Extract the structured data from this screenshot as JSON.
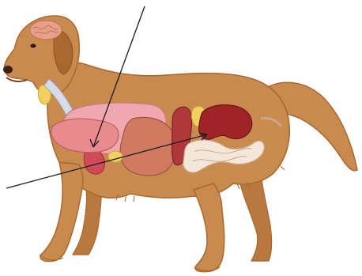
{
  "diagram": {
    "labels": [],
    "pointer_lines": [
      {
        "from": "top-edge",
        "to": "liver"
      },
      {
        "from": "left-edge",
        "to": "kidney"
      }
    ],
    "parts": [
      "brain",
      "thyroid",
      "trachea",
      "heart",
      "lungs",
      "liver",
      "stomach",
      "gallbladder",
      "spleen",
      "adrenal-gland",
      "kidney",
      "intestines"
    ],
    "colors": {
      "fur": "#c98a4e",
      "fur_dark": "#a8682f",
      "organ_pink": "#e88e95",
      "liver": "#e98a8f",
      "stomach": "#d07a62",
      "spleen": "#b0383a",
      "kidney": "#9e2428",
      "gland": "#f0d060",
      "intestine": "#f4e6d8",
      "brain": "#e8a08a",
      "line": "#1a1a1a"
    }
  }
}
